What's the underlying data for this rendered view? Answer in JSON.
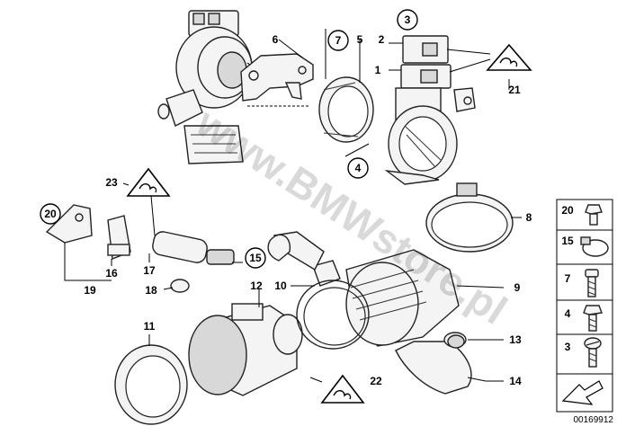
{
  "labels": {
    "p1": "1",
    "p2": "2",
    "p3": "3",
    "p4": "4",
    "p5": "5",
    "p6": "6",
    "p7": "7",
    "p8": "8",
    "p9": "9",
    "p10": "10",
    "p11": "11",
    "p12": "12",
    "p13": "13",
    "p14": "14",
    "p15": "15",
    "p16": "16",
    "p17": "17",
    "p18": "18",
    "p19": "19",
    "p20": "20",
    "p21": "21",
    "p22": "22",
    "p23": "23"
  },
  "legend": {
    "items": [
      "20",
      "15",
      "7",
      "4",
      "3"
    ]
  },
  "watermark": "www.BMWstore.pl",
  "reference_number": "00169912"
}
